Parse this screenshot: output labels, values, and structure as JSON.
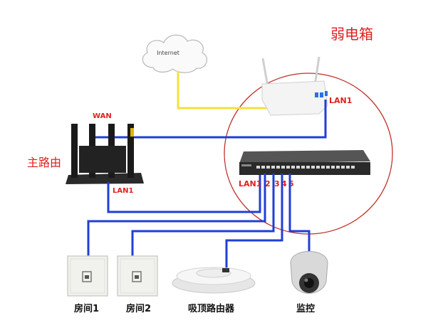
{
  "diagram": {
    "internet_label": "Internet",
    "cabinet_label": "弱电箱",
    "main_router_label": "主路由",
    "router_wan_label": "WAN",
    "router_lan_label": "LAN1",
    "modem_lan_label": "LAN1",
    "switch_port_labels": [
      "LAN1",
      "2",
      "3",
      "4",
      "5"
    ],
    "devices": [
      "房间1",
      "房间2",
      "吸顶路由器",
      "监控"
    ]
  },
  "colors": {
    "cable_blue": "#1f3fd6",
    "cable_yellow": "#f5e13a",
    "label_red": "#e0201f",
    "cabinet_circle": "#c0302a"
  }
}
